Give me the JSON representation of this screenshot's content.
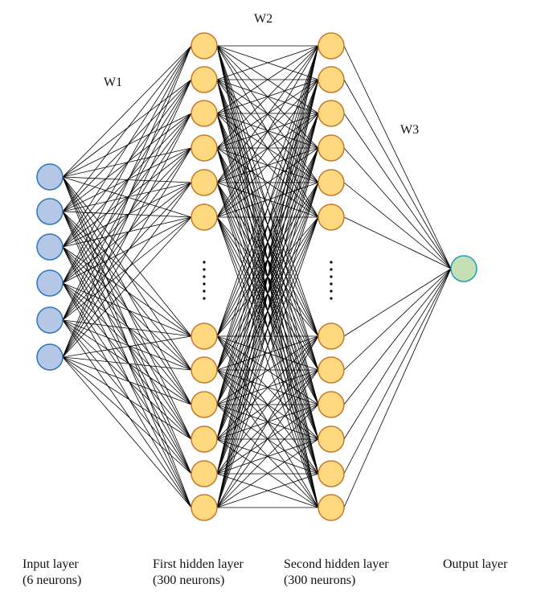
{
  "weights": {
    "w1": "W1",
    "w2": "W2",
    "w3": "W3"
  },
  "layers": {
    "input": {
      "title": "Input layer",
      "subtitle": "(6 neurons)",
      "visible_nodes": 6,
      "fill": "#b4c7e7",
      "stroke": "#2e75b6"
    },
    "hidden1": {
      "title": "First hidden layer",
      "subtitle": "(300 neurons)",
      "visible_nodes": 12,
      "fill": "#ffd97f",
      "stroke": "#c5792a"
    },
    "hidden2": {
      "title": "Second hidden layer",
      "subtitle": "(300 neurons)",
      "visible_nodes": 12,
      "fill": "#ffd97f",
      "stroke": "#c5792a"
    },
    "output": {
      "title": "Output layer",
      "subtitle": "",
      "visible_nodes": 1,
      "fill": "#c5e0b4",
      "stroke": "#1f9bbf"
    }
  },
  "edge_color": "#000000",
  "ellipsis": "vertical-dots"
}
